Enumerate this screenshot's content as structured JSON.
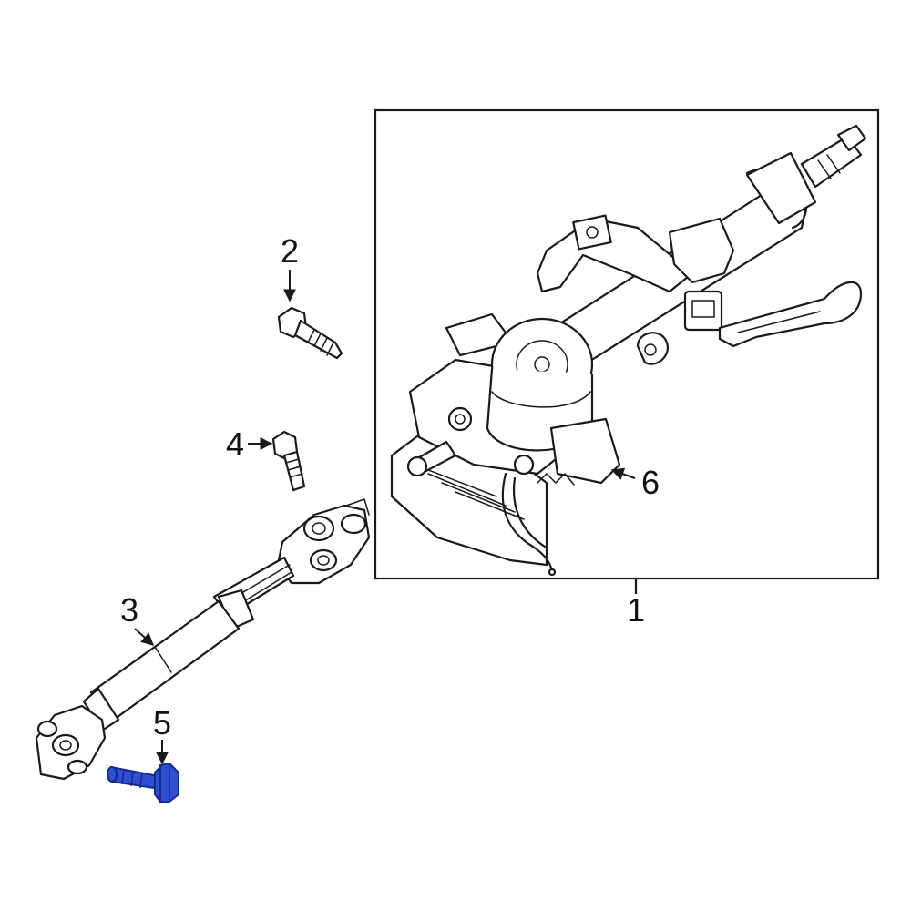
{
  "diagram": {
    "callouts": [
      {
        "id": "1",
        "label": "1"
      },
      {
        "id": "2",
        "label": "2"
      },
      {
        "id": "3",
        "label": "3"
      },
      {
        "id": "4",
        "label": "4"
      },
      {
        "id": "5",
        "label": "5"
      },
      {
        "id": "6",
        "label": "6"
      }
    ],
    "highlight_part": "5",
    "colors": {
      "line": "#1a1a1a",
      "highlight_fill": "#2f4fd0",
      "highlight_stroke": "#142a8c",
      "background": "#ffffff"
    }
  }
}
